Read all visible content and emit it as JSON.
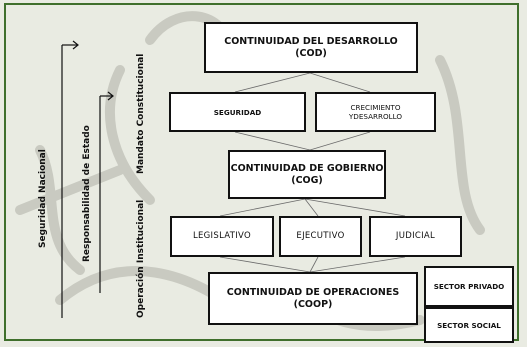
{
  "side_labels": {
    "seguridad_nacional": "Seguridad Nacional",
    "responsabilidad_estado": "Responsabilidad de Estado",
    "mandato_constitucional": "Mandato Constitucional",
    "operacion_institucional": "Operación Institucional"
  },
  "boxes": {
    "cod": {
      "line1": "CONTINUIDAD DEL DESARROLLO",
      "line2": "(COD)"
    },
    "seguridad": {
      "line1": "SEGURIDAD"
    },
    "crecimiento": {
      "line1": "CRECIMIENTO",
      "line2": "YDESARROLLO"
    },
    "cog": {
      "line1": "CONTINUIDAD DE GOBIERNO",
      "line2": "(COG)"
    },
    "legislativo": {
      "line1": "LEGISLATIVO"
    },
    "ejecutivo": {
      "line1": "EJECUTIVO"
    },
    "judicial": {
      "line1": "JUDICIAL"
    },
    "coop": {
      "line1": "CONTINUIDAD DE OPERACIONES",
      "line2": "(COOP)"
    },
    "sector_privado": {
      "line1": "SECTOR PRIVADO"
    },
    "sector_social": {
      "line1": "SECTOR SOCIAL"
    }
  },
  "colors": {
    "frame": "#3f6f2c",
    "background": "#e9ebe2",
    "box_border": "#111111",
    "background_art": "#c9cac1"
  }
}
